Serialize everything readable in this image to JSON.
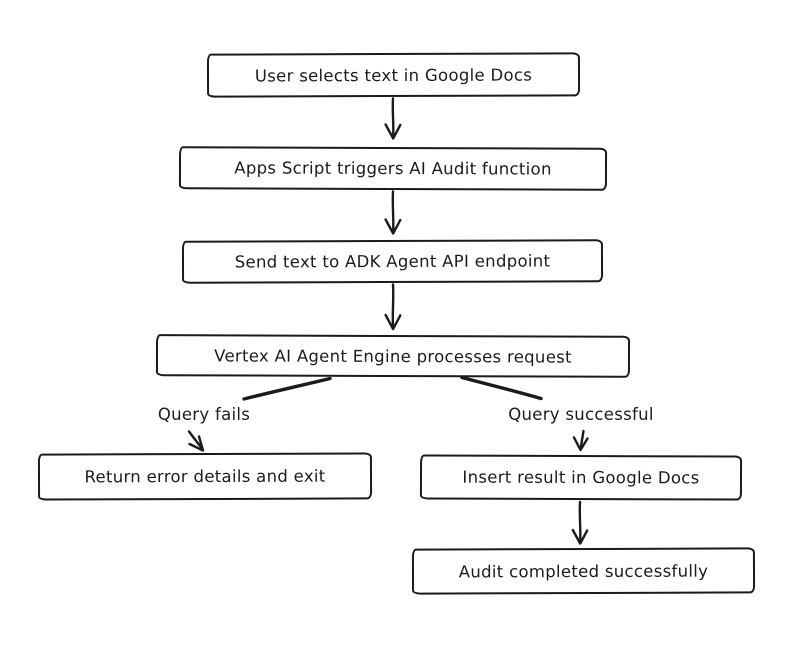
{
  "diagram": {
    "type": "flowchart",
    "style": "hand-drawn sketch, black strokes on white",
    "colors": {
      "background": "#ffffff",
      "stroke": "#1b1b1b",
      "text": "#1b1b1b"
    },
    "nodes": [
      {
        "id": "user-selects-text",
        "label": "User selects text in Google Docs"
      },
      {
        "id": "apps-script-trigger",
        "label": "Apps Script triggers AI Audit function"
      },
      {
        "id": "send-text-adk",
        "label": "Send text to ADK Agent API endpoint"
      },
      {
        "id": "vertex-processes",
        "label": "Vertex AI Agent Engine processes request"
      },
      {
        "id": "return-error",
        "label": "Return error details and exit"
      },
      {
        "id": "insert-result",
        "label": "Insert result in Google Docs"
      },
      {
        "id": "audit-completed",
        "label": "Audit completed successfully"
      }
    ],
    "edge_labels": [
      {
        "id": "query-fails",
        "label": "Query fails"
      },
      {
        "id": "query-successful",
        "label": "Query successful"
      }
    ],
    "edges": [
      {
        "from": "user-selects-text",
        "to": "apps-script-trigger",
        "label": ""
      },
      {
        "from": "apps-script-trigger",
        "to": "send-text-adk",
        "label": ""
      },
      {
        "from": "send-text-adk",
        "to": "vertex-processes",
        "label": ""
      },
      {
        "from": "vertex-processes",
        "to": "return-error",
        "label": "Query fails"
      },
      {
        "from": "vertex-processes",
        "to": "insert-result",
        "label": "Query successful"
      },
      {
        "from": "insert-result",
        "to": "audit-completed",
        "label": ""
      }
    ]
  }
}
